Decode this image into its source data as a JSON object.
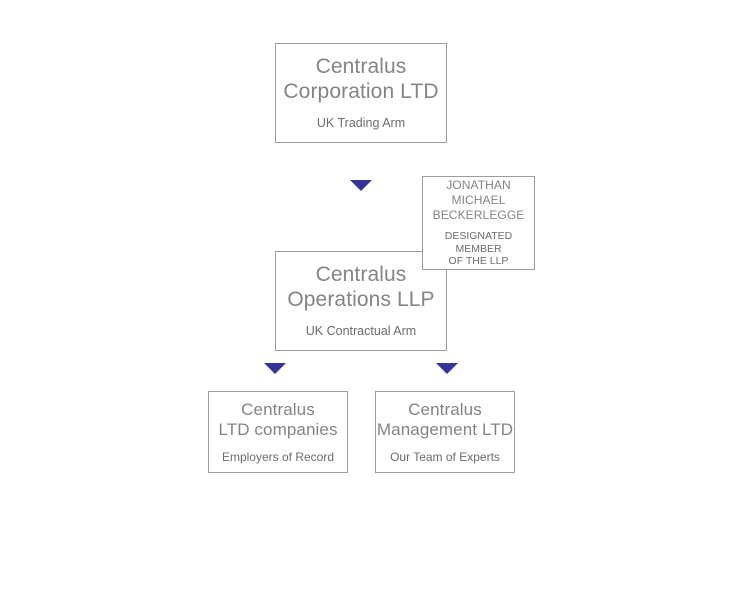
{
  "diagram": {
    "title": "Centralus corporate structure chart",
    "accent_color": "#333399",
    "border_color": "#9c9c9c",
    "title_text_color": "#848484",
    "subtitle_text_color": "#6b6b6b",
    "background_color": "#ffffff"
  },
  "nodes": {
    "corporation": {
      "title": "Centralus\nCorporation LTD",
      "subtitle": "UK Trading Arm"
    },
    "operations": {
      "title": "Centralus\nOperations LLP",
      "subtitle": "UK Contractual Arm"
    },
    "person": {
      "title": "JONATHAN\nMICHAEL\nBECKERLEGGE",
      "subtitle": "DESIGNATED MEMBER\nOF THE LLP"
    },
    "ltd_companies": {
      "title": "Centralus\nLTD companies",
      "subtitle": "Employers of Record"
    },
    "management": {
      "title": "Centralus\nManagement LTD",
      "subtitle": "Our Team of Experts"
    }
  },
  "connectors": [
    {
      "name": "corporation-to-operations",
      "icon": "triangle-down-icon",
      "color": "#333399"
    },
    {
      "name": "operations-to-ltd-companies",
      "icon": "triangle-down-icon",
      "color": "#333399"
    },
    {
      "name": "operations-to-management",
      "icon": "triangle-down-icon",
      "color": "#333399"
    }
  ]
}
